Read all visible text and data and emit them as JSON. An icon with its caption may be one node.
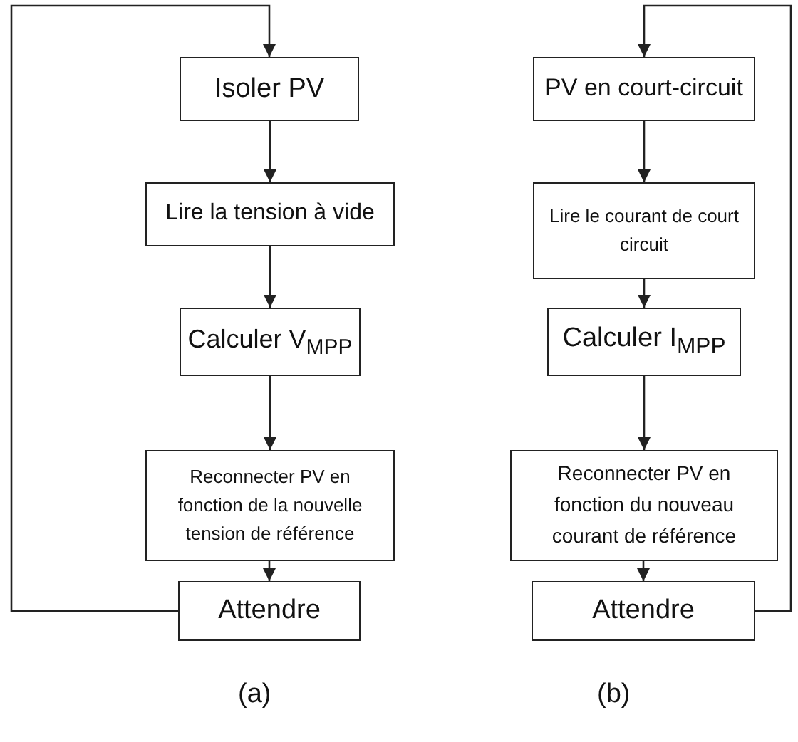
{
  "diagram": {
    "nodes": [
      {
        "text": [
          "Isoler PV"
        ]
      },
      {
        "text": [
          "Lire la tension à vide"
        ]
      },
      {
        "text": [
          "Calculer V$_{MPP}$"
        ]
      },
      {
        "text": [
          "Reconnecter PV en fonction de la nouvelle tension de référence"
        ]
      },
      {
        "text": [
          "Attendre"
        ]
      },
      {
        "text": [
          "PV en court-circuit"
        ]
      },
      {
        "text": [
          "Lire le courant de court circuit"
        ]
      },
      {
        "text": [
          "Calculer I$_{MPP}$"
        ]
      },
      {
        "text": [
          "Reconnecter PV en fonction du nouveau courant de référence"
        ]
      },
      {
        "text": [
          "Attendre"
        ]
      }
    ],
    "edges": [
      {
        "from": 0,
        "to": 1,
        "arrow": "to"
      },
      {
        "from": 1,
        "to": 2,
        "arrow": "to"
      },
      {
        "from": 2,
        "to": 3,
        "arrow": "to"
      },
      {
        "from": 3,
        "to": 4,
        "arrow": "to"
      },
      {
        "from": 4,
        "to": 0,
        "arrow": "to"
      },
      {
        "from": 5,
        "to": 6,
        "arrow": "to"
      },
      {
        "from": 6,
        "to": 7,
        "arrow": "to"
      },
      {
        "from": 7,
        "to": 8,
        "arrow": "to"
      },
      {
        "from": 8,
        "to": 9,
        "arrow": "to"
      },
      {
        "from": 9,
        "to": 5,
        "arrow": "to"
      }
    ],
    "labels": [
      "(a)",
      "(b)"
    ]
  }
}
